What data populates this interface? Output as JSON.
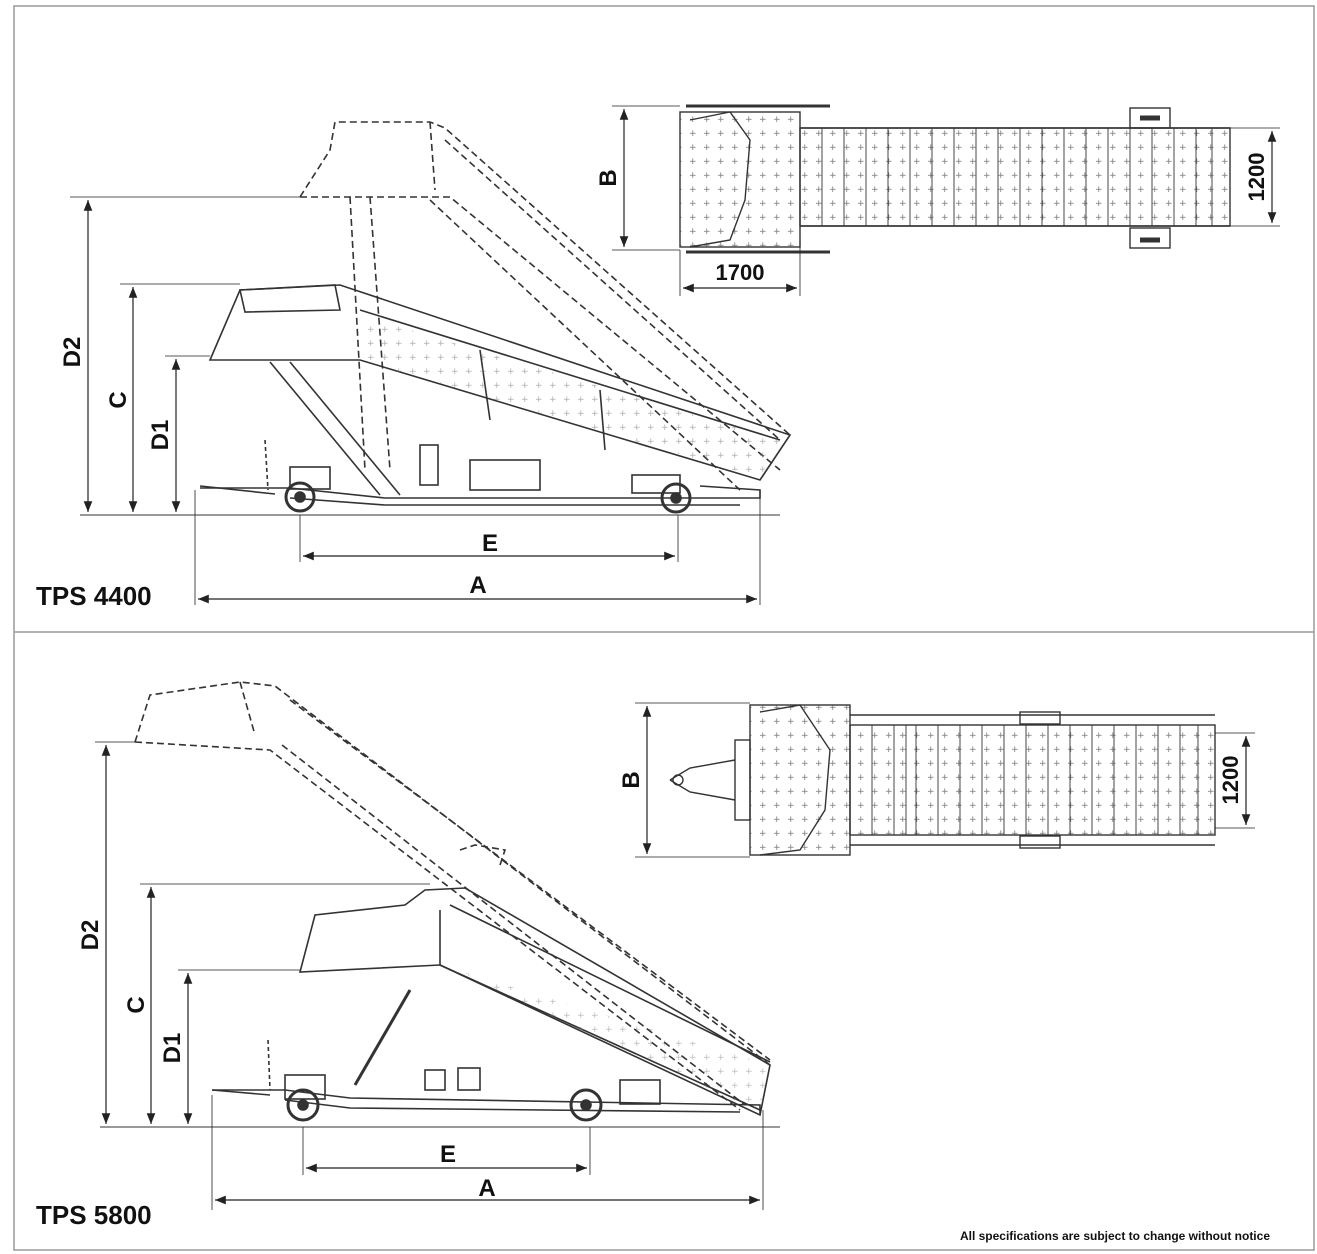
{
  "panels": [
    {
      "model": "TPS 4400",
      "labels": {
        "a": "A",
        "b": "B",
        "c": "C",
        "d1": "D1",
        "d2": "D2",
        "e": "E"
      },
      "top_width": "1200",
      "top_length": "1700"
    },
    {
      "model": "TPS 5800",
      "labels": {
        "a": "A",
        "b": "B",
        "c": "C",
        "d1": "D1",
        "d2": "D2",
        "e": "E"
      },
      "top_width": "1200"
    }
  ],
  "footer_note": "All specifications are subject to change without notice",
  "colors": {
    "line": "#333333",
    "frame": "#9a9a9a",
    "text": "#111111"
  }
}
